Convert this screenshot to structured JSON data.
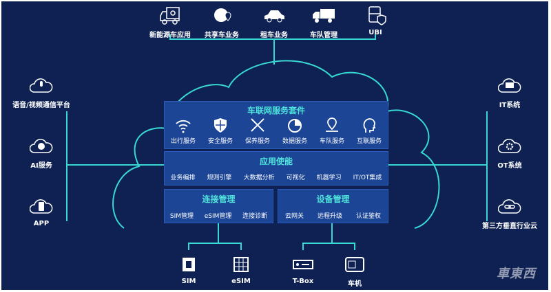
{
  "top_apps": [
    {
      "label": "新能源车应用",
      "icon": "ev-truck-icon"
    },
    {
      "label": "共享车业务",
      "icon": "globe-pin-icon"
    },
    {
      "label": "租车业务",
      "icon": "car-icon"
    },
    {
      "label": "车队管理",
      "icon": "truck-icon"
    },
    {
      "label": "UBI",
      "icon": "bus-shield-icon"
    }
  ],
  "left": [
    {
      "label": "语音/视频通信平台",
      "icon": "cloud-mic-icon"
    },
    {
      "label": "AI服务",
      "icon": "cloud-brain-icon"
    },
    {
      "label": "APP",
      "icon": "cloud-app-icon"
    }
  ],
  "right": [
    {
      "label": "IT系统",
      "icon": "cloud-monitor-icon"
    },
    {
      "label": "OT系统",
      "icon": "cloud-gear-icon"
    },
    {
      "label": "第三方垂直行业云",
      "icon": "cloud-link-icon"
    }
  ],
  "suite": {
    "title": "车联网服务套件",
    "items": [
      {
        "label": "出行服务",
        "icon": "wifi-icon"
      },
      {
        "label": "安全服务",
        "icon": "shield-icon"
      },
      {
        "label": "保养服务",
        "icon": "tools-icon"
      },
      {
        "label": "数据服务",
        "icon": "pie-chart-icon"
      },
      {
        "label": "车队服务",
        "icon": "location-pin-icon"
      },
      {
        "label": "互联服务",
        "icon": "head-icon"
      }
    ]
  },
  "enablement": {
    "title": "应用使能",
    "items": [
      "业务编排",
      "规则引擎",
      "大数据分析",
      "可视化",
      "机器学习",
      "IT/OT集成"
    ]
  },
  "connection": {
    "title": "连接管理",
    "items": [
      "SIM管理",
      "eSIM管理",
      "连接诊断"
    ]
  },
  "device": {
    "title": "设备管理",
    "items": [
      "云网关",
      "远程升级",
      "认证鉴权"
    ]
  },
  "bottom": [
    {
      "label": "SIM",
      "icon": "sim-icon"
    },
    {
      "label": "eSIM",
      "icon": "esim-icon"
    },
    {
      "label": "T-Box",
      "icon": "tbox-icon"
    },
    {
      "label": "车机",
      "icon": "head-unit-icon"
    }
  ],
  "watermark": "車東西",
  "colors": {
    "background": "#0e2152",
    "accent": "#39d9d3",
    "panel": "#1c4596"
  }
}
